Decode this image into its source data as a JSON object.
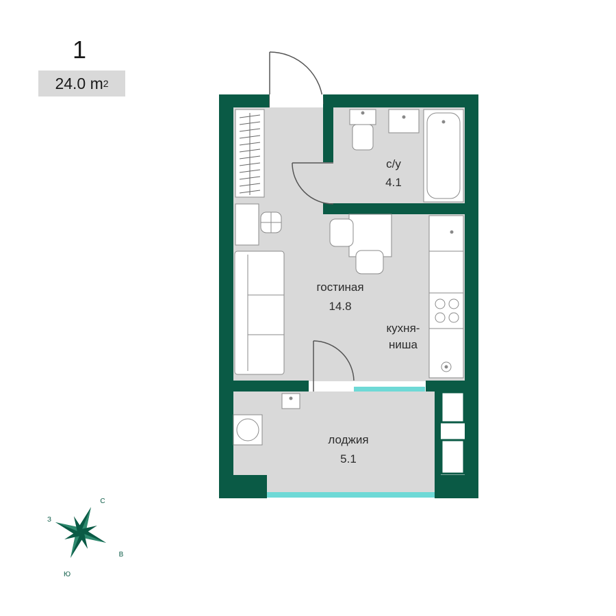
{
  "apartment": {
    "number": "1",
    "area_value": "24.0 m",
    "area_unit_sup": "2"
  },
  "rooms": {
    "bathroom": {
      "name": "с/у",
      "area": "4.1"
    },
    "living": {
      "name": "гостиная",
      "area": "14.8"
    },
    "kitchen": {
      "name_line1": "кухня-",
      "name_line2": "ниша"
    },
    "loggia": {
      "name": "лоджия",
      "area": "5.1"
    }
  },
  "compass": {
    "north": "С",
    "west": "З",
    "east": "В",
    "south": "Ю"
  },
  "colors": {
    "wall": "#0a5a45",
    "floor": "#d9d9d9",
    "window": "#6ed9d6",
    "furniture_stroke": "#8a8a8a"
  }
}
